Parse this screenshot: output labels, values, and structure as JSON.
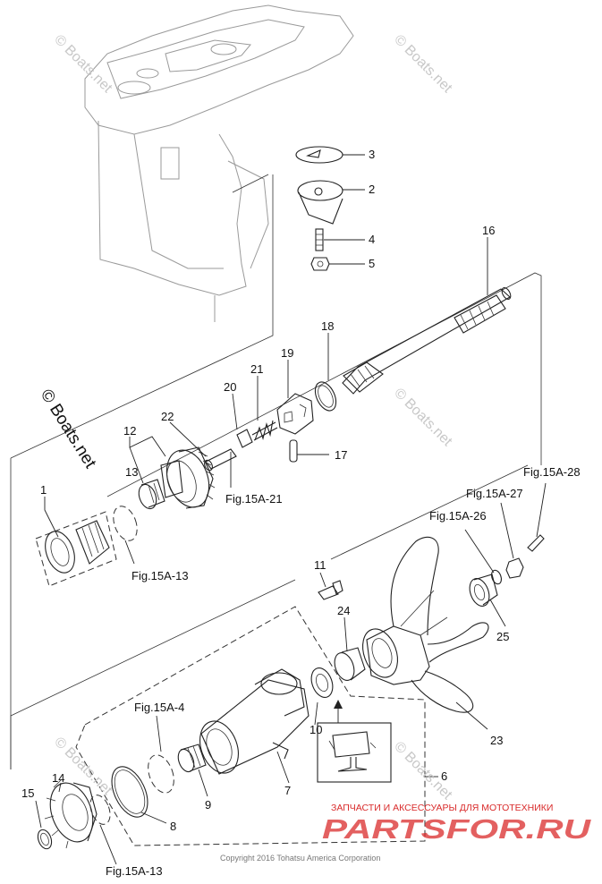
{
  "callouts": {
    "c1": "1",
    "c2": "2",
    "c3": "3",
    "c4": "4",
    "c5": "5",
    "c6": "6",
    "c7": "7",
    "c8": "8",
    "c9": "9",
    "c10": "10",
    "c11": "11",
    "c12": "12",
    "c13": "13",
    "c14": "14",
    "c15": "15",
    "c16": "16",
    "c17": "17",
    "c18": "18",
    "c19": "19",
    "c20": "20",
    "c21": "21",
    "c22": "22",
    "c23": "23",
    "c24": "24",
    "c25": "25",
    "fig_15a_21": "Fig.15A-21",
    "fig_15a_13_upper": "Fig.15A-13",
    "fig_15a_13_lower": "Fig.15A-13",
    "fig_15a_4": "Fig.15A-4",
    "fig_15a_26": "Fig.15A-26",
    "fig_15a_27": "Fig.15A-27",
    "fig_15a_28": "Fig.15A-28"
  },
  "watermark": {
    "boats": "© Boats.net",
    "brand_tagline": "ЗАПЧАСТИ И АКСЕССУАРЫ ДЛЯ МОТОТЕХНИКИ",
    "brand_name": "PARTSFOR.RU",
    "copyright": "Copyright 2016 Tohatsu America Corporation"
  },
  "colors": {
    "line": "#222222",
    "housing": "#9a9a9a",
    "brand_red": "#d92b2b",
    "brand_grey": "#bdbdbd"
  }
}
